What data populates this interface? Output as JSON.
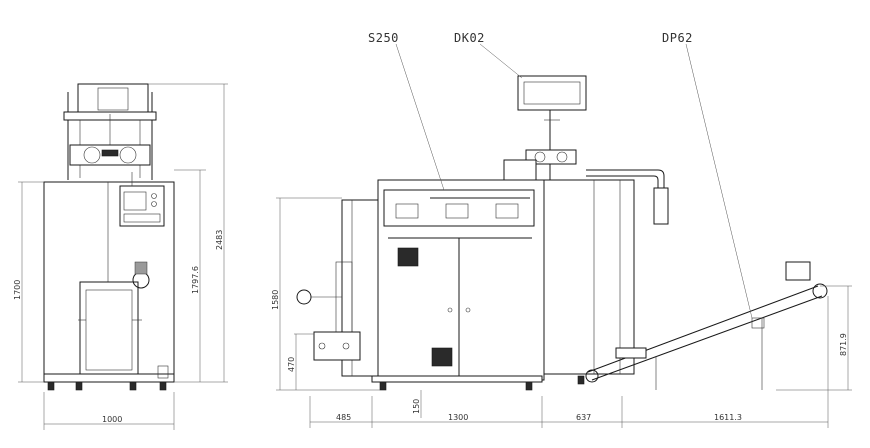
{
  "labels": {
    "s250": "S250",
    "dk02": "DK02",
    "dp62": "DP62"
  },
  "dimensions": {
    "front_width": "1000",
    "front_height_1700": "1700",
    "front_height_1797": "1797.6",
    "front_height_2483": "2483",
    "side_1580": "1580",
    "side_470": "470",
    "side_150": "150",
    "side_485": "485",
    "side_1300": "1300",
    "side_637": "637",
    "side_1611": "1611.3",
    "side_871": "871.9"
  }
}
